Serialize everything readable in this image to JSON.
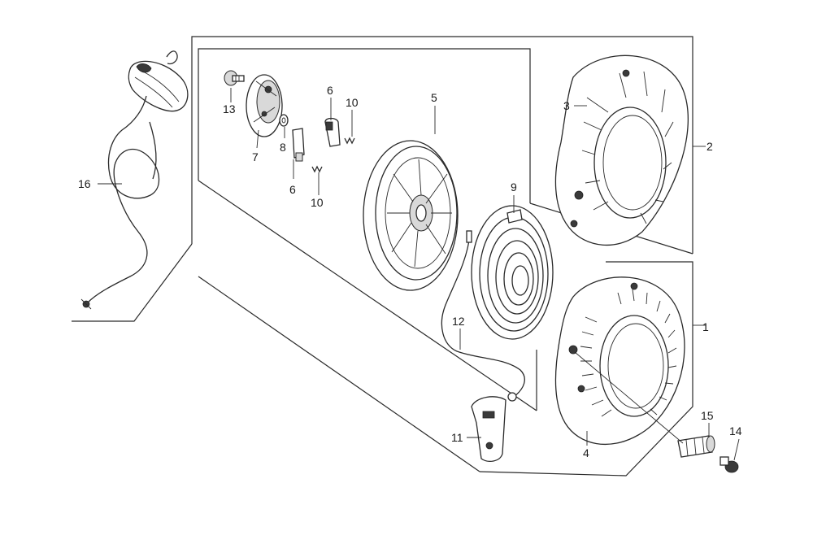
{
  "labels": {
    "p1": "1",
    "p2": "2",
    "p3": "3",
    "p4": "4",
    "p5": "5",
    "p6a": "6",
    "p6b": "6",
    "p7": "7",
    "p8": "8",
    "p9": "9",
    "p10a": "10",
    "p10b": "10",
    "p11": "11",
    "p12": "12",
    "p13": "13",
    "p14": "14",
    "p15": "15",
    "p16": "16"
  }
}
